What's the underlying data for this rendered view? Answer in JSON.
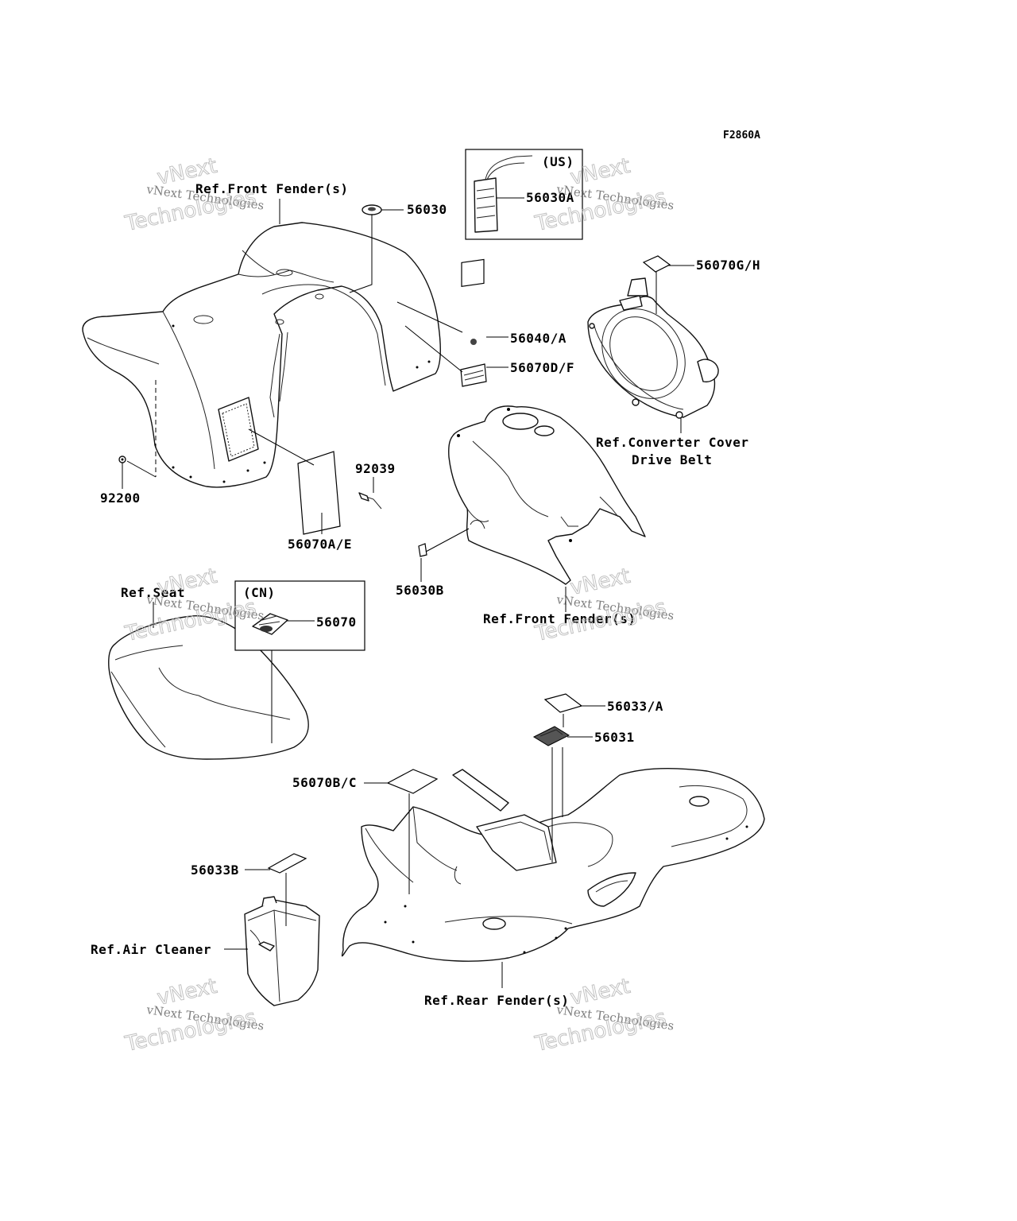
{
  "figure_code": "F2860A",
  "labels": {
    "ref_front_fender_top": "Ref.Front Fender(s)",
    "p56030": "56030",
    "us_tag": "(US)",
    "p56030A": "56030A",
    "p56070GH": "56070G/H",
    "p56040A": "56040/A",
    "p56070DF": "56070D/F",
    "ref_converter_cover": "Ref.Converter Cover",
    "drive_belt": "Drive Belt",
    "p92039": "92039",
    "p92200": "92200",
    "p56070AE": "56070A/E",
    "p56030B": "56030B",
    "ref_seat": "Ref.Seat",
    "cn_tag": "(CN)",
    "p56070": "56070",
    "ref_front_fender_mid": "Ref.Front Fender(s)",
    "p56033A": "56033/A",
    "p56031": "56031",
    "p56070BC": "56070B/C",
    "p56033B": "56033B",
    "ref_air_cleaner": "Ref.Air Cleaner",
    "ref_rear_fender": "Ref.Rear Fender(s)"
  },
  "watermark": {
    "line1": "vNext",
    "line2": "vNext Technologies",
    "line3": "Technologies"
  }
}
